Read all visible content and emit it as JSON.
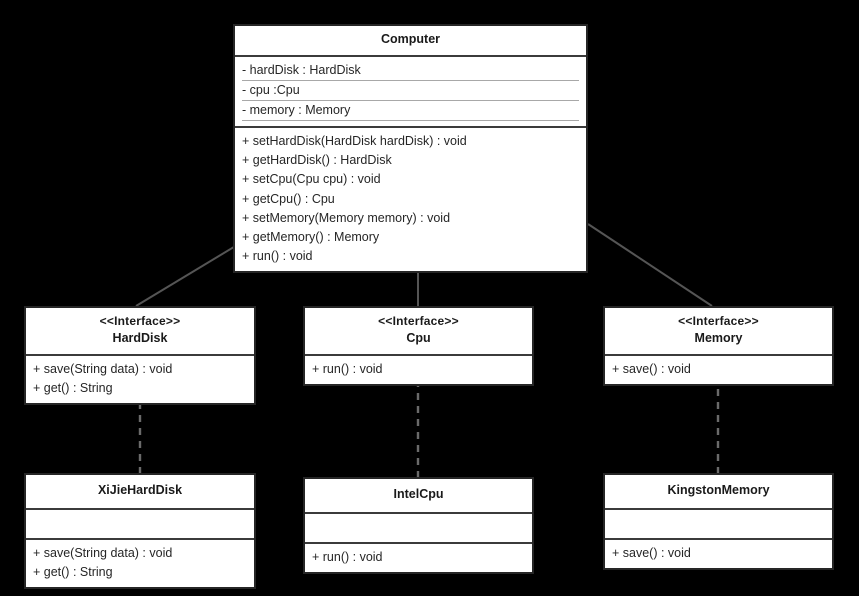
{
  "diagram": {
    "type": "uml-class-diagram",
    "background_color": "#000000",
    "box_fill": "#ffffff",
    "box_border_color": "#262626",
    "line_color": "#555555",
    "classes": [
      {
        "id": "computer",
        "name": "Computer",
        "stereotype": "",
        "attributes": [
          "- hardDisk : HardDisk",
          "- cpu :Cpu",
          "- memory : Memory"
        ],
        "methods": [
          "+ setHardDisk(HardDisk hardDisk) : void",
          "+ getHardDisk() : HardDisk",
          "+ setCpu(Cpu cpu) : void",
          "+ getCpu() : Cpu",
          "+ setMemory(Memory memory) : void",
          "+ getMemory() : Memory",
          "+ run() : void"
        ]
      },
      {
        "id": "harddisk",
        "name": "HardDisk",
        "stereotype": "<<Interface>>",
        "attributes": [],
        "methods": [
          "+ save(String data) : void",
          "+ get() : String"
        ]
      },
      {
        "id": "cpu",
        "name": "Cpu",
        "stereotype": "<<Interface>>",
        "attributes": [],
        "methods": [
          "+ run() : void"
        ]
      },
      {
        "id": "memory",
        "name": "Memory",
        "stereotype": "<<Interface>>",
        "attributes": [],
        "methods": [
          "+ save() : void"
        ]
      },
      {
        "id": "xijieharddisk",
        "name": "XiJieHardDisk",
        "stereotype": "",
        "attributes": [],
        "methods": [
          "+ save(String data) : void",
          "+ get() : String"
        ]
      },
      {
        "id": "intelcpu",
        "name": "IntelCpu",
        "stereotype": "",
        "attributes": [],
        "methods": [
          "+ run() : void"
        ]
      },
      {
        "id": "kingstonmemory",
        "name": "KingstonMemory",
        "stereotype": "",
        "attributes": [],
        "methods": [
          "+ save() : void"
        ]
      }
    ],
    "relationships": [
      {
        "kind": "composition",
        "from": "computer",
        "to": "harddisk",
        "style": "solid",
        "marker": "filled-diamond"
      },
      {
        "kind": "composition",
        "from": "computer",
        "to": "cpu",
        "style": "solid",
        "marker": "filled-diamond"
      },
      {
        "kind": "composition",
        "from": "computer",
        "to": "memory",
        "style": "solid",
        "marker": "filled-diamond"
      },
      {
        "kind": "realization",
        "from": "xijieharddisk",
        "to": "harddisk",
        "style": "dashed",
        "marker": "hollow-triangle"
      },
      {
        "kind": "realization",
        "from": "intelcpu",
        "to": "cpu",
        "style": "dashed",
        "marker": "hollow-triangle"
      },
      {
        "kind": "realization",
        "from": "kingstonmemory",
        "to": "memory",
        "style": "dashed",
        "marker": "hollow-triangle"
      }
    ]
  }
}
